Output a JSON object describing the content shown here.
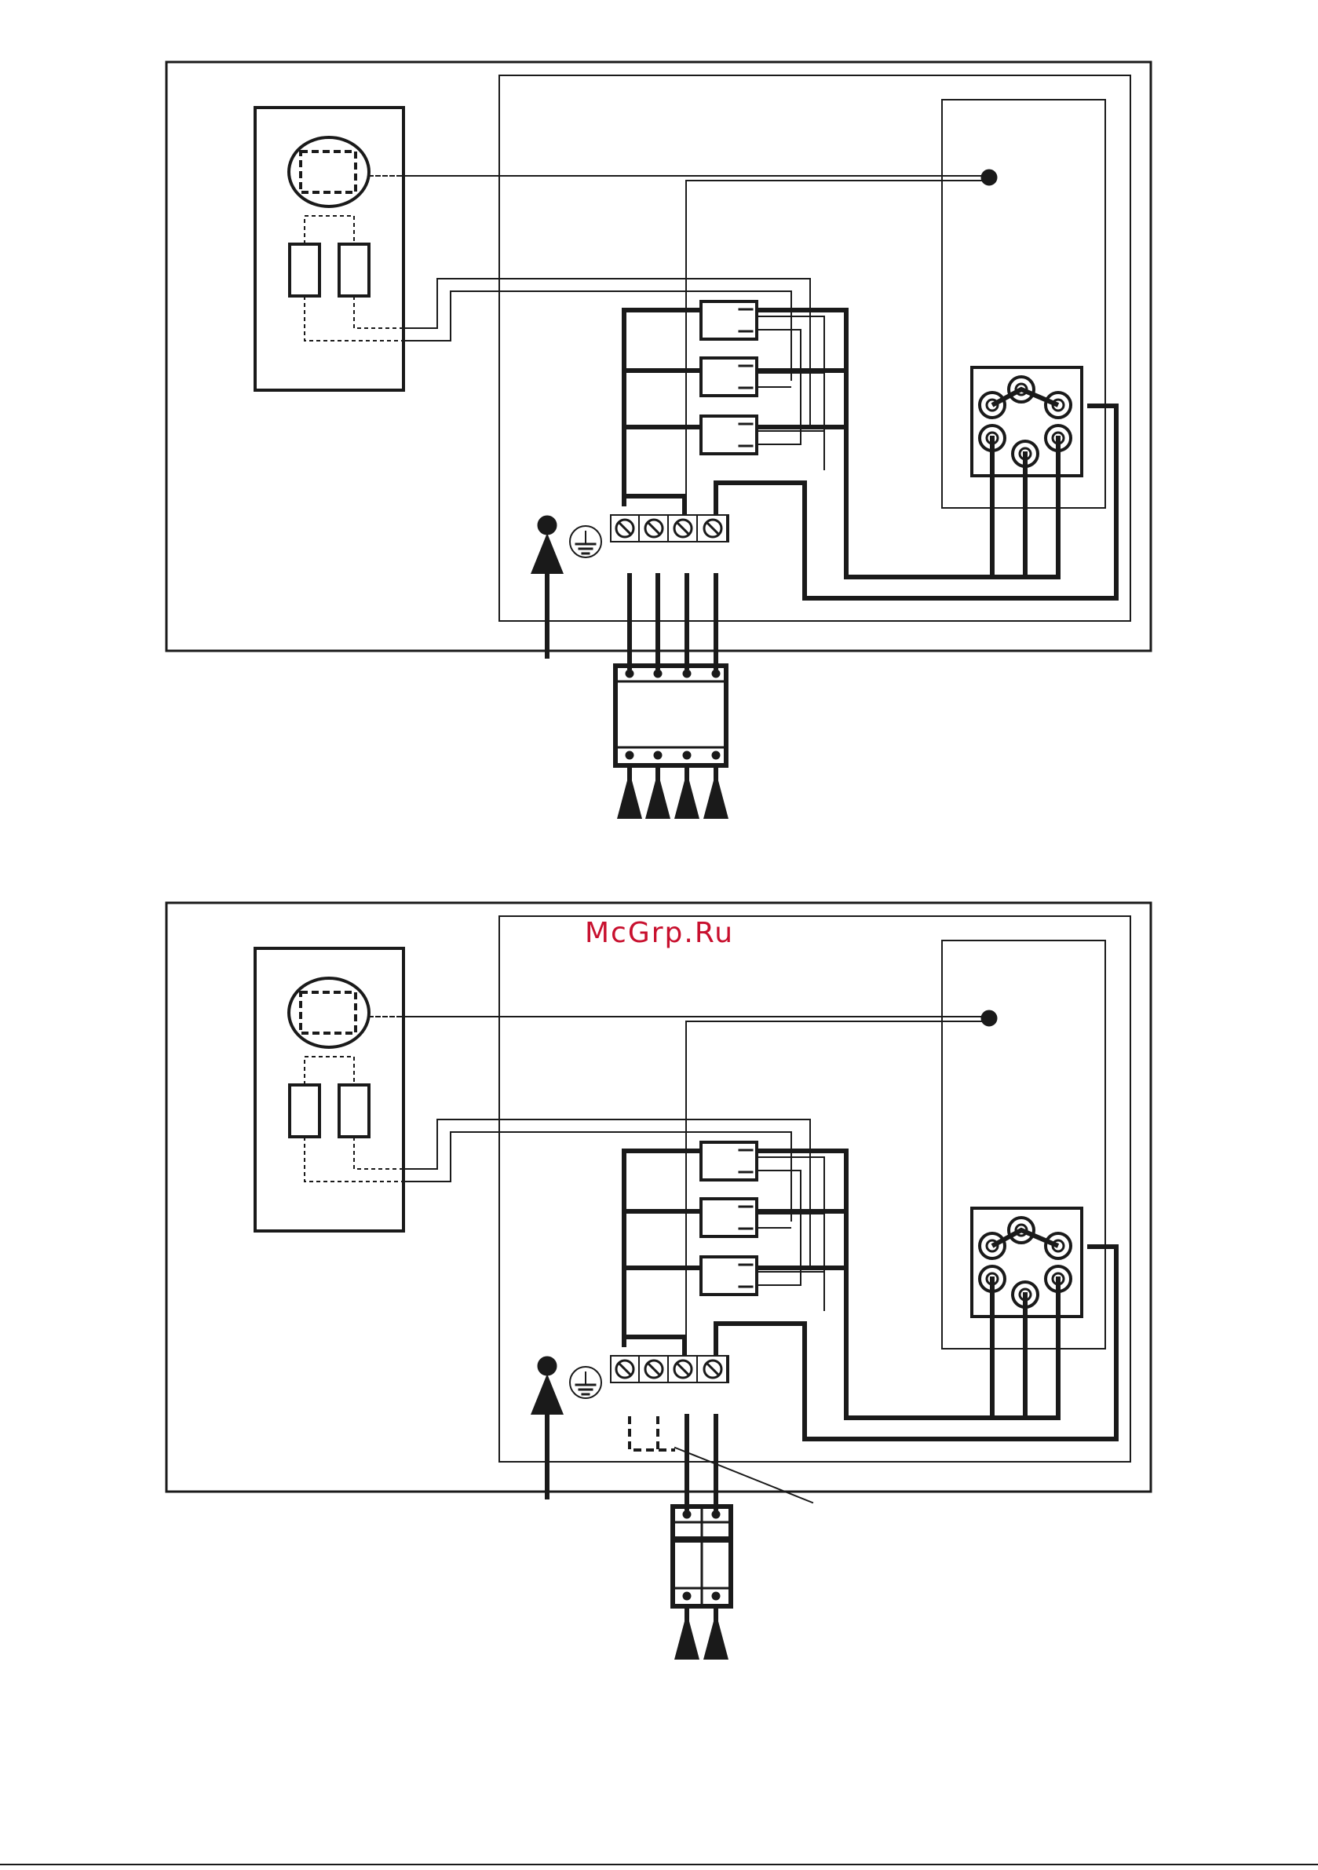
{
  "watermark": {
    "text": "McGrp.Ru",
    "color": "#c8102e"
  },
  "colors": {
    "ink": "#1a1a1a",
    "paper": "#ffffff"
  },
  "icons": [
    "ground-icon",
    "screw-terminal-icon",
    "phase-arrow-icon",
    "element-socket-icon"
  ],
  "diagrams": [
    {
      "id": "three-phase",
      "supply_lines": 4,
      "breaker_poles": 4
    },
    {
      "id": "single-phase",
      "supply_lines": 2,
      "breaker_poles": 2
    }
  ]
}
